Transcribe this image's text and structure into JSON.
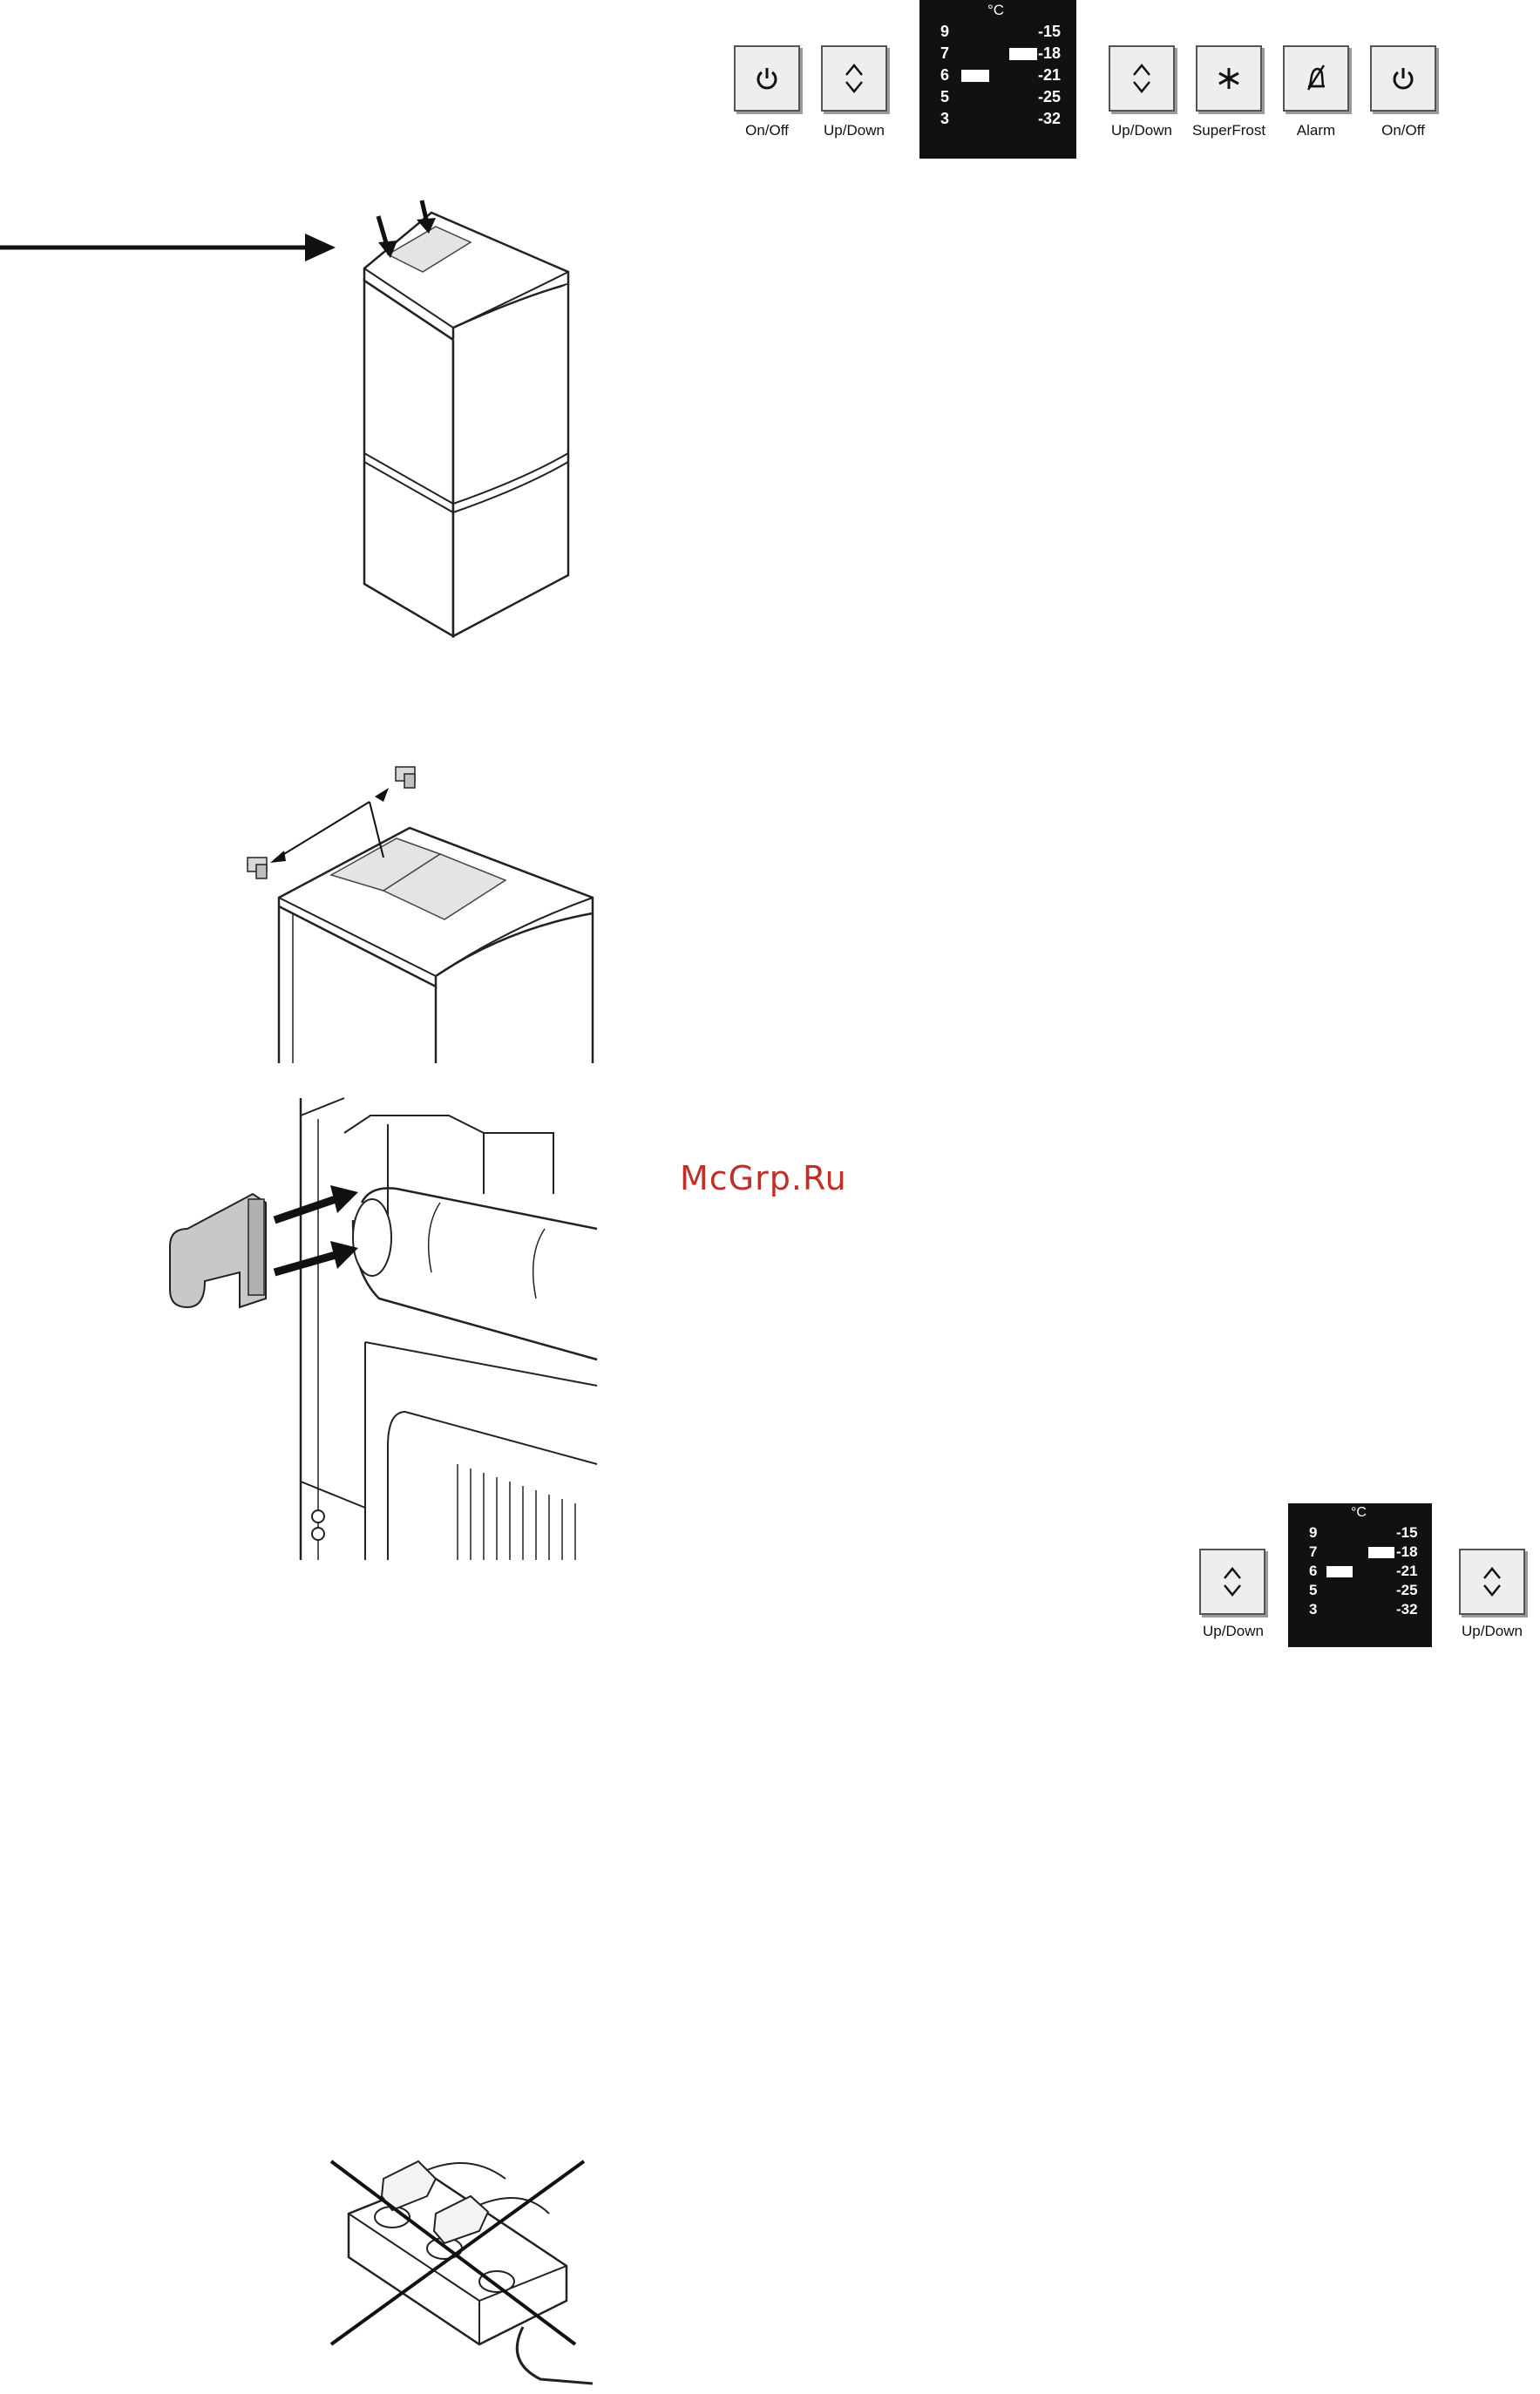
{
  "top_panel": {
    "left_buttons": [
      {
        "label": "On/Off",
        "icon": "power-icon"
      },
      {
        "label": "Up/Down",
        "icon": "up-down-arrows-icon"
      }
    ],
    "right_buttons": [
      {
        "label": "Up/Down",
        "icon": "up-down-arrows-icon"
      },
      {
        "label": "SuperFrost",
        "icon": "snowflake-icon"
      },
      {
        "label": "Alarm",
        "icon": "bell-off-icon"
      },
      {
        "label": "On/Off",
        "icon": "power-icon"
      }
    ],
    "display": {
      "unit": "°C",
      "fridge_temps": [
        "9",
        "7",
        "6",
        "5",
        "3"
      ],
      "freezer_temps": [
        "-15",
        "-18",
        "-21",
        "-25",
        "-32"
      ],
      "fridge_selected": "6",
      "freezer_selected": "-18"
    }
  },
  "bottom_panel": {
    "left_button": {
      "label": "Up/Down",
      "icon": "up-down-arrows-icon"
    },
    "right_button": {
      "label": "Up/Down",
      "icon": "up-down-arrows-icon"
    },
    "display": {
      "unit": "°C",
      "fridge_temps": [
        "9",
        "7",
        "6",
        "5",
        "3"
      ],
      "freezer_temps": [
        "-15",
        "-18",
        "-21",
        "-25",
        "-32"
      ],
      "fridge_selected": "6",
      "freezer_selected": "-18"
    }
  },
  "watermark": "McGrp.Ru",
  "colors": {
    "display_bg": "#111111",
    "button_bg": "#eeeeee",
    "watermark": "#c0302a"
  }
}
